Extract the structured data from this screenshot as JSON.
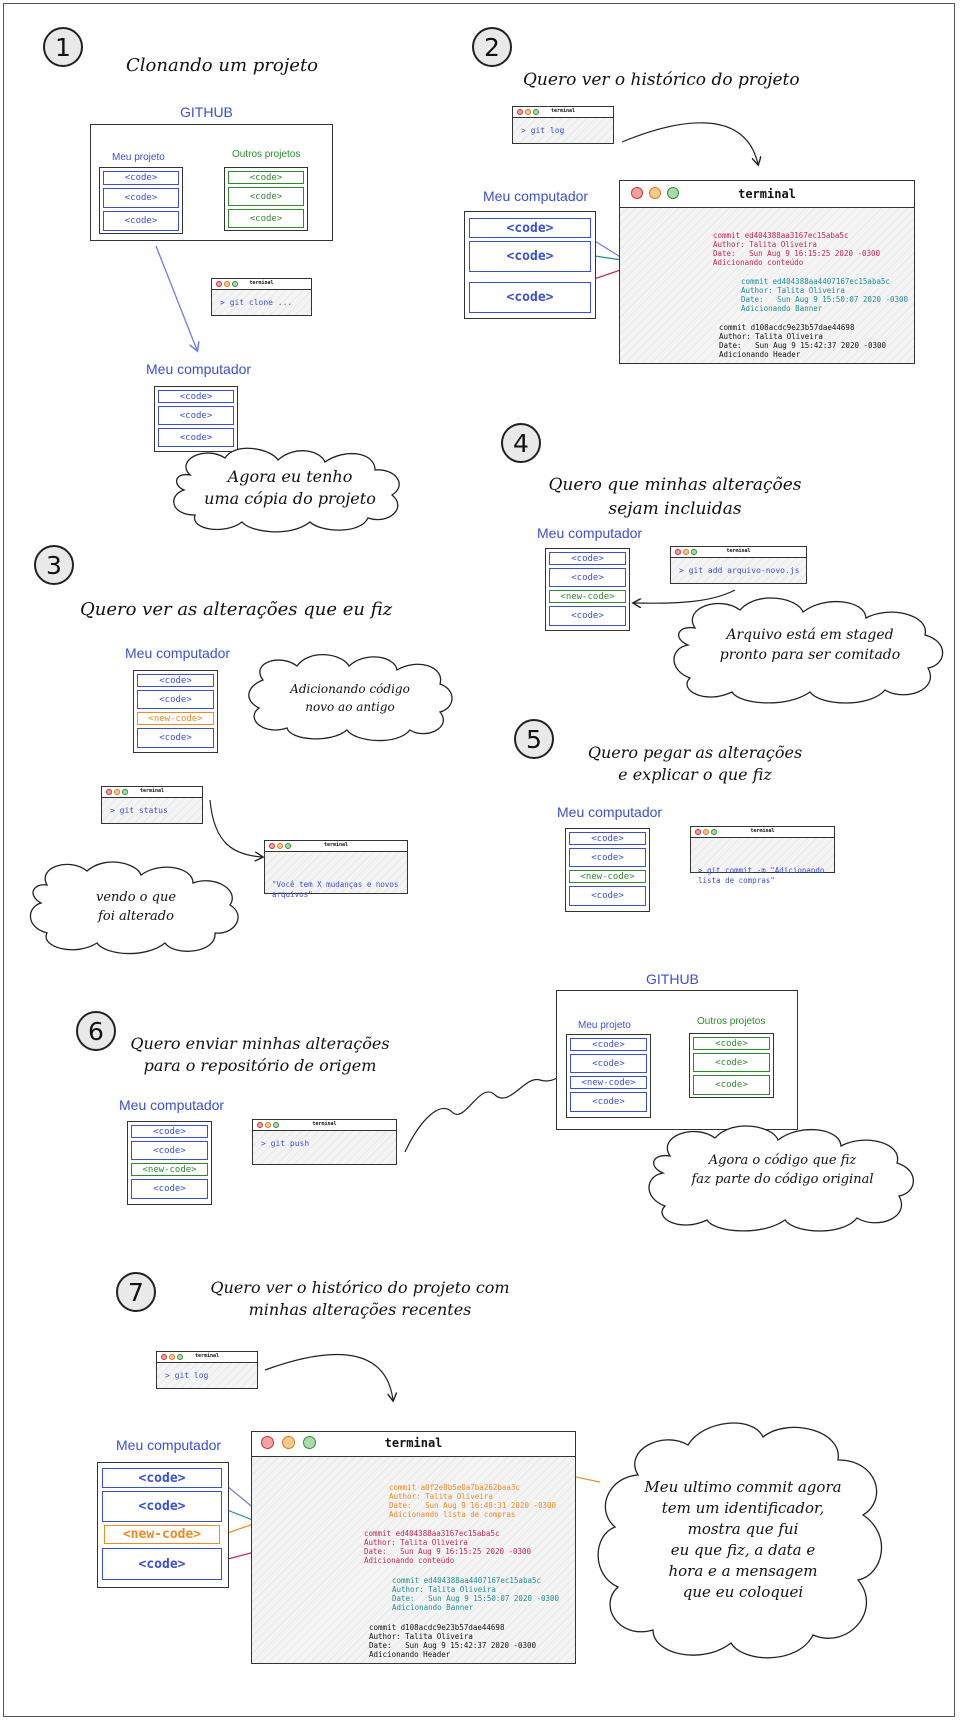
{
  "steps": {
    "s1": {
      "number": "1",
      "title": "Clonando um projeto"
    },
    "s2": {
      "number": "2",
      "title": "Quero ver o histórico do projeto"
    },
    "s3": {
      "number": "3",
      "title": "Quero ver as alterações que eu fiz"
    },
    "s4": {
      "number": "4",
      "title_line1": "Quero que minhas alterações",
      "title_line2": "sejam incluidas"
    },
    "s5": {
      "number": "5",
      "title_line1": "Quero pegar as alterações",
      "title_line2": "e explicar o que fiz"
    },
    "s6": {
      "number": "6",
      "title_line1": "Quero enviar minhas alterações",
      "title_line2": "para o repositório de origem"
    },
    "s7": {
      "number": "7",
      "title_line1": "Quero ver o histórico do projeto com",
      "title_line2": "minhas alterações recentes"
    }
  },
  "labels": {
    "github": "GITHUB",
    "meu_projeto": "Meu projeto",
    "outros_projetos": "Outros projetos",
    "meu_computador": "Meu computador",
    "code": "<code>",
    "new_code": "<new-code>",
    "terminal": "terminal"
  },
  "commands": {
    "git_clone": "> git clone ...",
    "git_log": "> git log",
    "git_status": "> git status",
    "git_add": "> git add arquivo-novo.js",
    "git_commit_1": "> git commit -m \"Adicionando",
    "git_commit_2": "lista de compras\"",
    "git_push": "> git push",
    "status_output_1": "\"Você tem X mudanças e novos",
    "status_output_2": "arquivos\""
  },
  "clouds": {
    "c1_line1": "Agora eu tenho",
    "c1_line2": "uma cópia do projeto",
    "c3a_line1": "Adicionando código",
    "c3a_line2": "novo ao antigo",
    "c3b_line1": "vendo o que",
    "c3b_line2": "foi alterado",
    "c4_line1": "Arquivo está em staged",
    "c4_line2": "pronto para ser comitado",
    "c6_line1": "Agora o código que fiz",
    "c6_line2": "faz parte do código original",
    "c7_line1": "Meu ultimo commit agora",
    "c7_line2": "tem um identificador,",
    "c7_line3": "mostra que fui",
    "c7_line4": "eu que fiz, a data e",
    "c7_line5": "hora e a mensagem",
    "c7_line6": "que eu coloquei"
  },
  "commits": {
    "ed404_line1": "commit ed404388aa3167ec15aba5c",
    "ed404_line2": "Author: Talita Oliveira",
    "ed404_line3": "Date:   Sun Aug 9 16:15:25 2020 -0300",
    "ed404_line4": "Adicionando conteúdo",
    "ed404b_line1": "commit ed404388aa4407167ec15aba5c",
    "ed404b_line2": "Author: Talita Oliveira",
    "ed404b_line3": "Date:   Sun Aug 9 15:50:07 2020 -0300",
    "ed404b_line4": "Adicionando Banner",
    "d108_line1": "commit d108acdc9e23b57dae44698",
    "d108_line2": "Author: Talita Oliveira",
    "d108_line3": "Date:   Sun Aug 9 15:42:37 2020 -0300",
    "d108_line4": "Adicionando Header",
    "a0f2_line1": "commit a0f2e8b5e0a7ba262baa3c",
    "a0f2_line2": "Author: Talita Oliveira",
    "a0f2_line3": "Date:   Sun Aug 9 16:48:31 2020 -0300",
    "a0f2_line4": "Adicionando lista de compras"
  },
  "colors": {
    "blue": "#3b4fd6",
    "green": "#2f8a2f",
    "orange": "#f08a24",
    "red": "#c8254f",
    "teal": "#1f8f95"
  }
}
